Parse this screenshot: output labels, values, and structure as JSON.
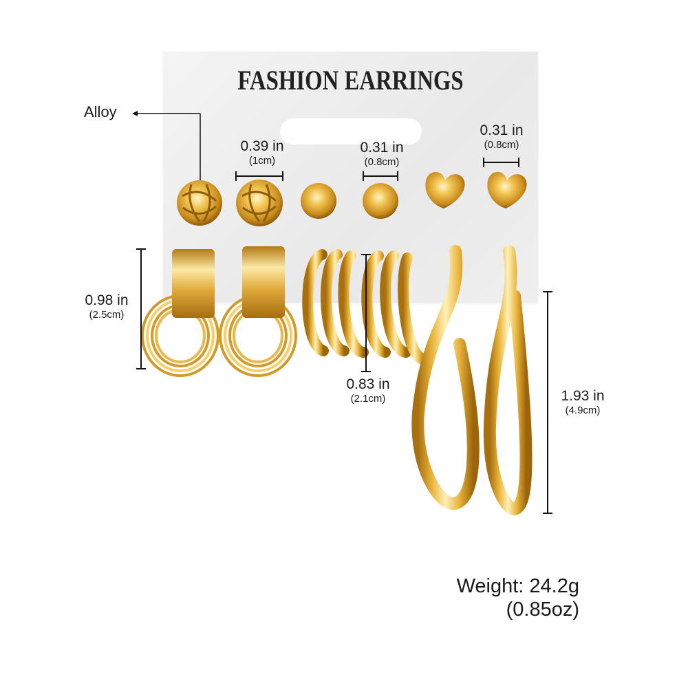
{
  "card": {
    "title": "FASHION EARRINGS"
  },
  "callouts": {
    "material": "Alloy"
  },
  "dimensions": {
    "knot_stud": {
      "imperial": "0.39 in",
      "metric": "(1cm)"
    },
    "ball_stud": {
      "imperial": "0.31 in",
      "metric": "(0.8cm)"
    },
    "heart_stud": {
      "imperial": "0.31 in",
      "metric": "(0.8cm)"
    },
    "textured_loop": {
      "imperial": "0.98 in",
      "metric": "(2.5cm)"
    },
    "triple_hoop": {
      "imperial": "0.83 in",
      "metric": "(2.1cm)"
    },
    "large_hoop": {
      "imperial": "1.93 in",
      "metric": "(4.9cm)"
    }
  },
  "weight": {
    "grams": "Weight: 24.2g",
    "ounces": "(0.85oz)"
  },
  "colors": {
    "gold_light": "#fbe7a0",
    "gold_mid": "#e8b33a",
    "gold_dark": "#a8700f",
    "card": "#efefef"
  }
}
